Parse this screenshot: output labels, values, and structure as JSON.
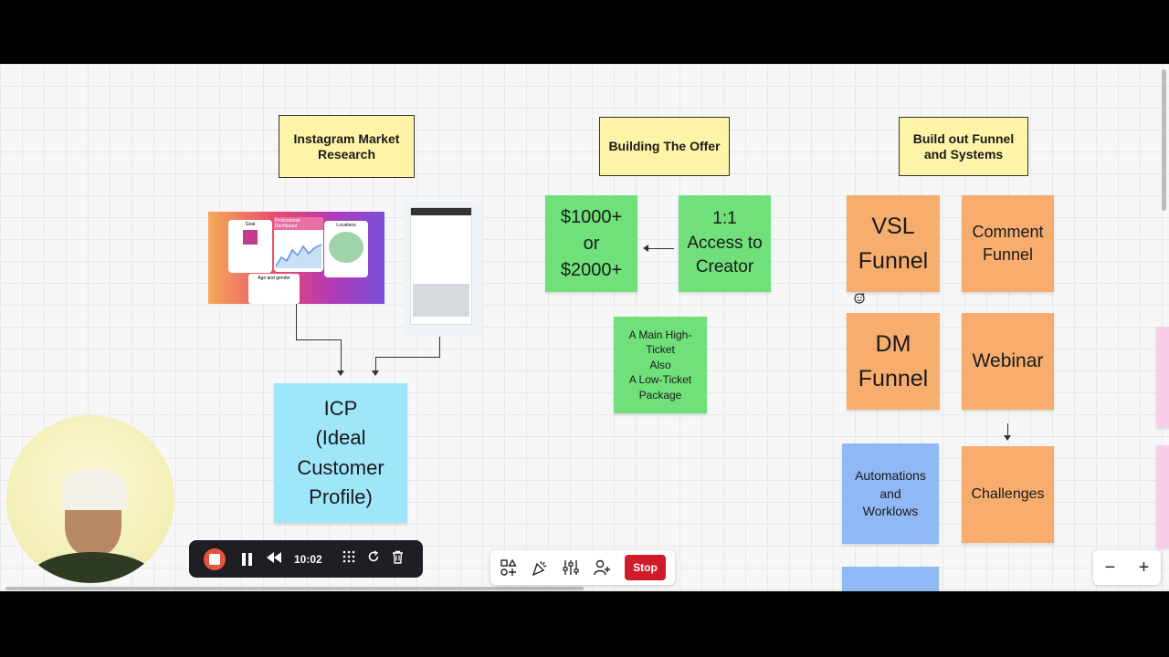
{
  "headers": {
    "market_research": "Instagram Market Research",
    "building_offer": "Building The Offer",
    "funnel_systems": "Build out Funnel and Systems"
  },
  "research": {
    "dashboard_title": "Professional Dashboard",
    "goal_label": "Goal",
    "locations_label": "Locations",
    "age_gender_label": "Age and gender"
  },
  "icp": {
    "line1": "ICP",
    "line2": "(Ideal",
    "line3": "Customer",
    "line4": "Profile)"
  },
  "offer": {
    "price_line1": "$1000+",
    "price_line2": "or",
    "price_line3": "$2000+",
    "access_line1": "1:1",
    "access_line2": "Access to",
    "access_line3": "Creator",
    "package_line1": "A Main High-",
    "package_line2": "Ticket",
    "package_line3": "Also",
    "package_line4": "A Low-Ticket",
    "package_line5": "Package"
  },
  "funnels": {
    "vsl_line1": "VSL",
    "vsl_line2": "Funnel",
    "comment_line1": "Comment",
    "comment_line2": "Funnel",
    "dm_line1": "DM",
    "dm_line2": "Funnel",
    "webinar": "Webinar",
    "automations_line1": "Automations",
    "automations_line2": "and",
    "automations_line3": "Worklows",
    "challenges": "Challenges"
  },
  "recording": {
    "timer": "10:02"
  },
  "toolbar": {
    "stop_label": "Stop"
  },
  "zoom": {
    "minus": "−",
    "plus": "+"
  },
  "colors": {
    "header_yellow": "#fdf4a8",
    "green": "#6fe07a",
    "orange": "#f6ad6e",
    "blue": "#8fb8f4",
    "cyan": "#9fe6fb",
    "stop_red": "#d11a2a"
  },
  "icons": [
    "shapes-icon",
    "celebrate-icon",
    "settings-sliders-icon",
    "add-user-icon",
    "record-stop-icon",
    "pause-icon",
    "rewind-icon",
    "grid-icon",
    "restart-icon",
    "trash-icon",
    "reaction-icon",
    "zoom-out-icon",
    "zoom-in-icon"
  ]
}
